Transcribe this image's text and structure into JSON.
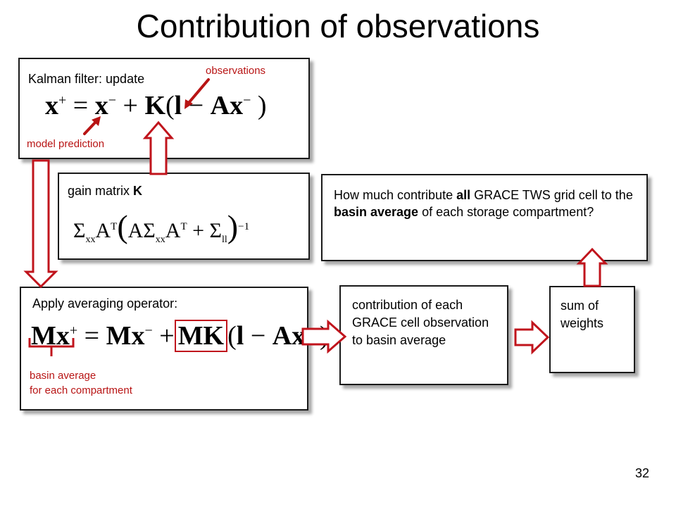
{
  "title": "Contribution of observations",
  "kalman_box": {
    "label": "Kalman filter: update",
    "annotation_observations": "observations",
    "annotation_model_prediction": "model prediction"
  },
  "gain_box": {
    "label_prefix": "gain matrix ",
    "label_bold": "K"
  },
  "question_box": {
    "t1": "How much contribute ",
    "t2": "all",
    "t3": " GRACE TWS grid cell to the ",
    "t4": "basin average",
    "t5": " of each storage compartment?"
  },
  "averaging_box": {
    "label": "Apply averaging operator:",
    "annotation_line1": "basin average",
    "annotation_line2": "for each compartment"
  },
  "contribution_box": {
    "text": "contribution of each GRACE cell observation to basin average"
  },
  "weights_box": {
    "text": "sum of weights"
  },
  "page_number": "32",
  "colors": {
    "arrow_fill": "#ffffff",
    "arrow_stroke": "#c0141c",
    "annotation": "#b81414",
    "box_border": "#1a1a1a"
  }
}
